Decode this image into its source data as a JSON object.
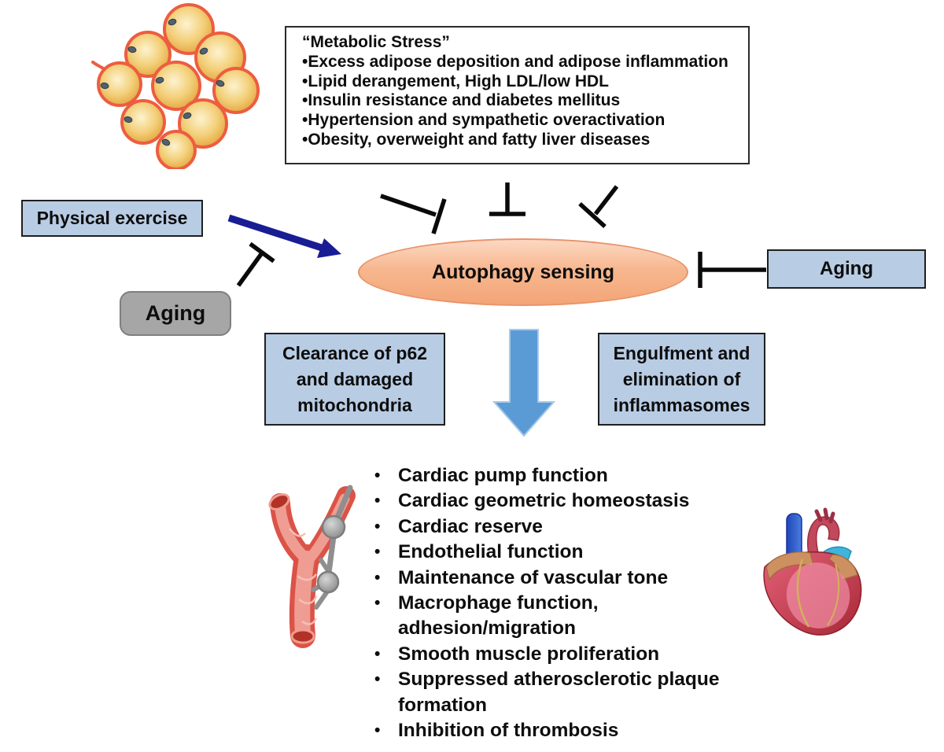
{
  "figure": {
    "metabolic_stress_box": {
      "title": "“Metabolic Stress”",
      "items": [
        "•Excess adipose deposition and adipose inflammation",
        "•Lipid derangement, High LDL/low HDL",
        "•Insulin resistance and diabetes mellitus",
        "•Hypertension and sympathetic overactivation",
        "•Obesity, overweight and fatty liver diseases"
      ]
    },
    "physical_exercise_box": {
      "label": "Physical exercise"
    },
    "aging_left_box": {
      "label": "Aging"
    },
    "aging_right_box": {
      "label": "Aging"
    },
    "autophagy_ellipse": {
      "label": "Autophagy sensing"
    },
    "clearance_box": {
      "text": "Clearance of p62\nand damaged\nmitochondria"
    },
    "engulfment_box": {
      "text": "Engulfment and\nelimination of\ninflammasomes"
    },
    "outcomes_list": {
      "bullet": "•",
      "items": [
        "Cardiac pump function",
        "Cardiac geometric homeostasis",
        "Cardiac reserve",
        "Endothelial function",
        "Maintenance of vascular tone",
        "Macrophage function,\nadhesion/migration",
        "Smooth muscle proliferation",
        "Suppressed atherosclerotic plaque\nformation",
        "Inhibition of thrombosis"
      ]
    },
    "illustrations": {
      "adipose": "adipose-cells-illustration",
      "vessel": "blood-vessel-illustration",
      "heart": "heart-illustration"
    },
    "colors": {
      "box_blue": "#b8cce4",
      "box_gray": "#a6a6a6",
      "ellipse_orange": "#f5ab80",
      "navy_arrow": "#181d94",
      "down_arrow_blue": "#5b9bd5"
    }
  }
}
